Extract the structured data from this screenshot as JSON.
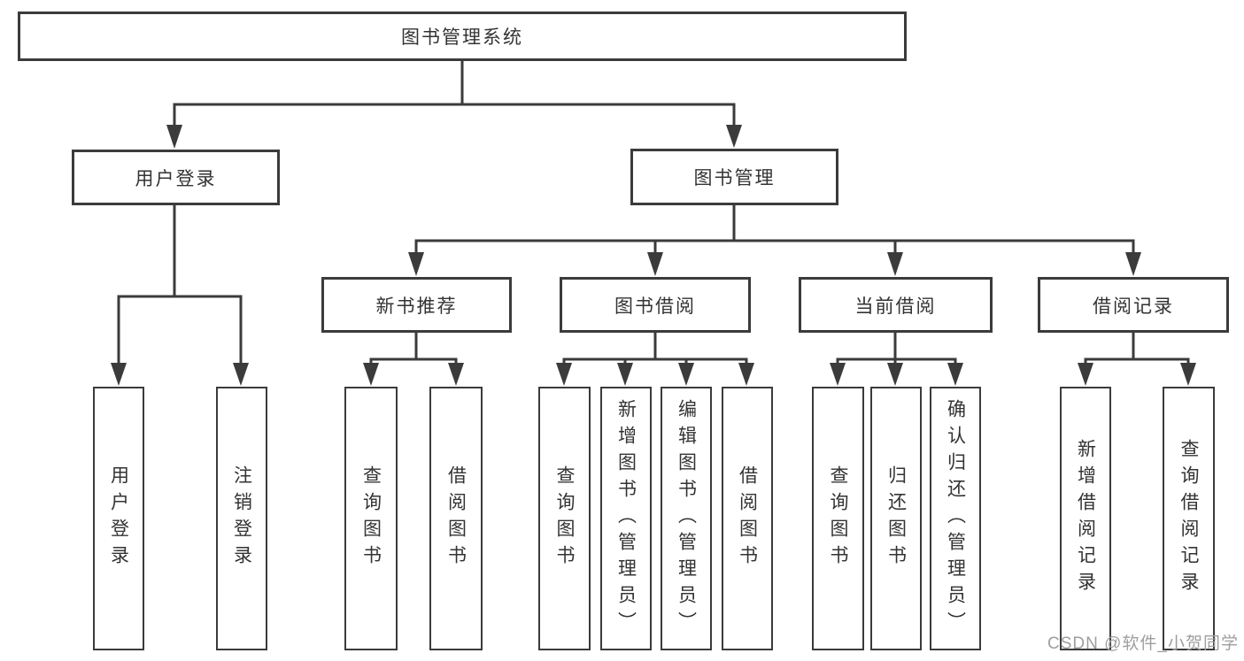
{
  "diagram": {
    "title_node": "图书管理系统",
    "tree": {
      "root": {
        "label": "图书管理系统"
      },
      "branches": [
        {
          "label": "用户登录",
          "children": [
            {
              "label": "用户登录"
            },
            {
              "label": "注销登录"
            }
          ]
        },
        {
          "label": "图书管理",
          "groups": [
            {
              "label": "新书推荐",
              "children": [
                {
                  "label": "查询图书"
                },
                {
                  "label": "借阅图书"
                }
              ]
            },
            {
              "label": "图书借阅",
              "children": [
                {
                  "label": "查询图书"
                },
                {
                  "label": "新增图书（管理员）"
                },
                {
                  "label": "编辑图书（管理员）"
                },
                {
                  "label": "借阅图书"
                }
              ]
            },
            {
              "label": "当前借阅",
              "children": [
                {
                  "label": "查询图书"
                },
                {
                  "label": "归还图书"
                },
                {
                  "label": "确认归还（管理员）"
                }
              ]
            },
            {
              "label": "借阅记录",
              "children": [
                {
                  "label": "新增借阅记录"
                },
                {
                  "label": "查询借阅记录"
                }
              ]
            }
          ]
        }
      ]
    }
  },
  "watermark": {
    "text": "CSDN @软件_小贺同学"
  },
  "colors": {
    "line": "#3b3b3b",
    "text": "#333333",
    "watermark": "#9e9e9e",
    "background": "#ffffff"
  }
}
